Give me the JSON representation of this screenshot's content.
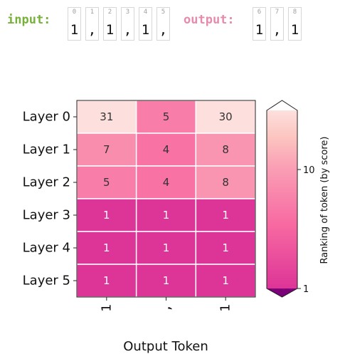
{
  "input_label": "input:",
  "output_label": "output:",
  "input_tokens": [
    {
      "index": "0",
      "text": "1"
    },
    {
      "index": "1",
      "text": ","
    },
    {
      "index": "2",
      "text": "1"
    },
    {
      "index": "3",
      "text": ","
    },
    {
      "index": "4",
      "text": "1"
    },
    {
      "index": "5",
      "text": ","
    }
  ],
  "output_tokens": [
    {
      "index": "6",
      "text": "1"
    },
    {
      "index": "7",
      "text": ","
    },
    {
      "index": "8",
      "text": "1"
    }
  ],
  "chart_data": {
    "type": "heatmap",
    "rows": [
      "Layer 0",
      "Layer 1",
      "Layer 2",
      "Layer 3",
      "Layer 4",
      "Layer 5"
    ],
    "columns": [
      "1",
      ",",
      "1"
    ],
    "values": [
      [
        31,
        5,
        30
      ],
      [
        7,
        4,
        8
      ],
      [
        5,
        4,
        8
      ],
      [
        1,
        1,
        1
      ],
      [
        1,
        1,
        1
      ],
      [
        1,
        1,
        1
      ]
    ],
    "xlabel": "Output Token",
    "colorbar": {
      "label": "Ranking of token (by score)",
      "scale": "log",
      "ticks": [
        1,
        10
      ],
      "range": [
        1,
        30
      ],
      "extend": "max"
    },
    "colors": {
      "low": "#dd3497",
      "mid": "#fa9fb5",
      "high": "#fde0dd",
      "over": "#ffffff",
      "under": "#7a0177"
    }
  }
}
